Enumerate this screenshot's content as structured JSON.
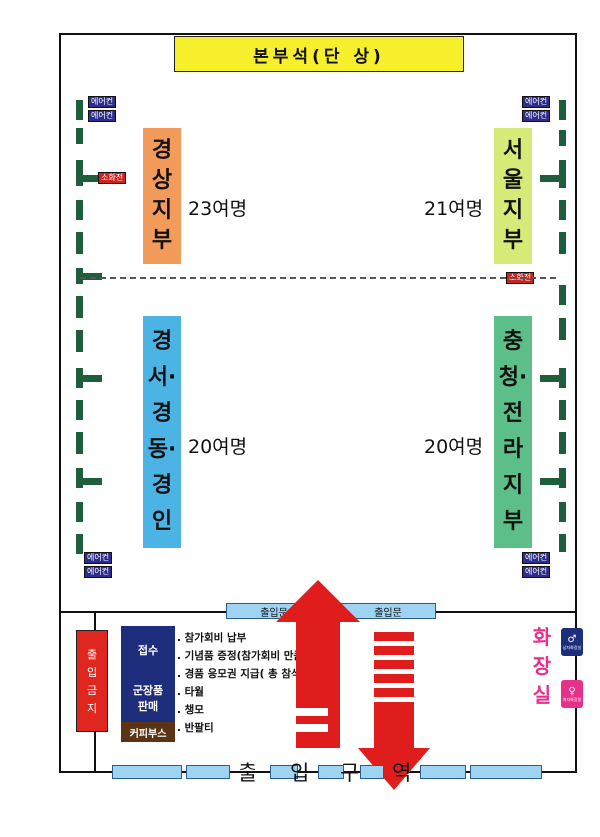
{
  "stage": {
    "label": "본부석(단 상)",
    "color": "#f7ef2c"
  },
  "blocks": {
    "gyeongsang": {
      "chars": [
        "경",
        "상",
        "지",
        "부"
      ],
      "count": "23여명",
      "color": "#f29b5a"
    },
    "seoul": {
      "chars": [
        "서",
        "울",
        "지",
        "부"
      ],
      "count": "21여명",
      "color": "#d6ea77"
    },
    "gyeongseo": {
      "chars": [
        "경",
        "서·",
        "경",
        "동·",
        "경",
        "인"
      ],
      "count": "20여명",
      "color": "#4cb3e5"
    },
    "chungcheong": {
      "chars": [
        "충",
        "청·",
        "전",
        "라",
        "지",
        "부"
      ],
      "count": "20여명",
      "color": "#5cbf8a"
    }
  },
  "tags": {
    "aircon": "에어컨",
    "hydrant": "소화전"
  },
  "gates": {
    "left": "출입문",
    "right": "출입문"
  },
  "no_entry": {
    "chars": [
      "출",
      "입",
      "금",
      "지"
    ],
    "color": "#e0271f"
  },
  "booths": {
    "reception": "접수",
    "goods_line1": "군장품",
    "goods_line2": "판매",
    "coffee": "커피부스"
  },
  "services": [
    ". 참가회비 납부",
    ". 기념품 증정(참가회비 만큼)",
    ". 경품 응모권 지급( 총 참석인원)",
    ". 타월",
    ". 챙모",
    ". 반팔티"
  ],
  "entry_zone": {
    "chars": [
      "출",
      "입",
      "구",
      "역"
    ]
  },
  "restroom": {
    "chars": [
      "화",
      "장",
      "실"
    ],
    "male_label": "남자화장실",
    "female_label": "여자화장실",
    "color": "#e8308b"
  },
  "colors": {
    "wall": "#1e5e3c",
    "arrow": "#e01d1d",
    "booth_navy": "#1f2d7d",
    "booth_brown": "#5a3415",
    "gate": "#9fd3f2"
  }
}
